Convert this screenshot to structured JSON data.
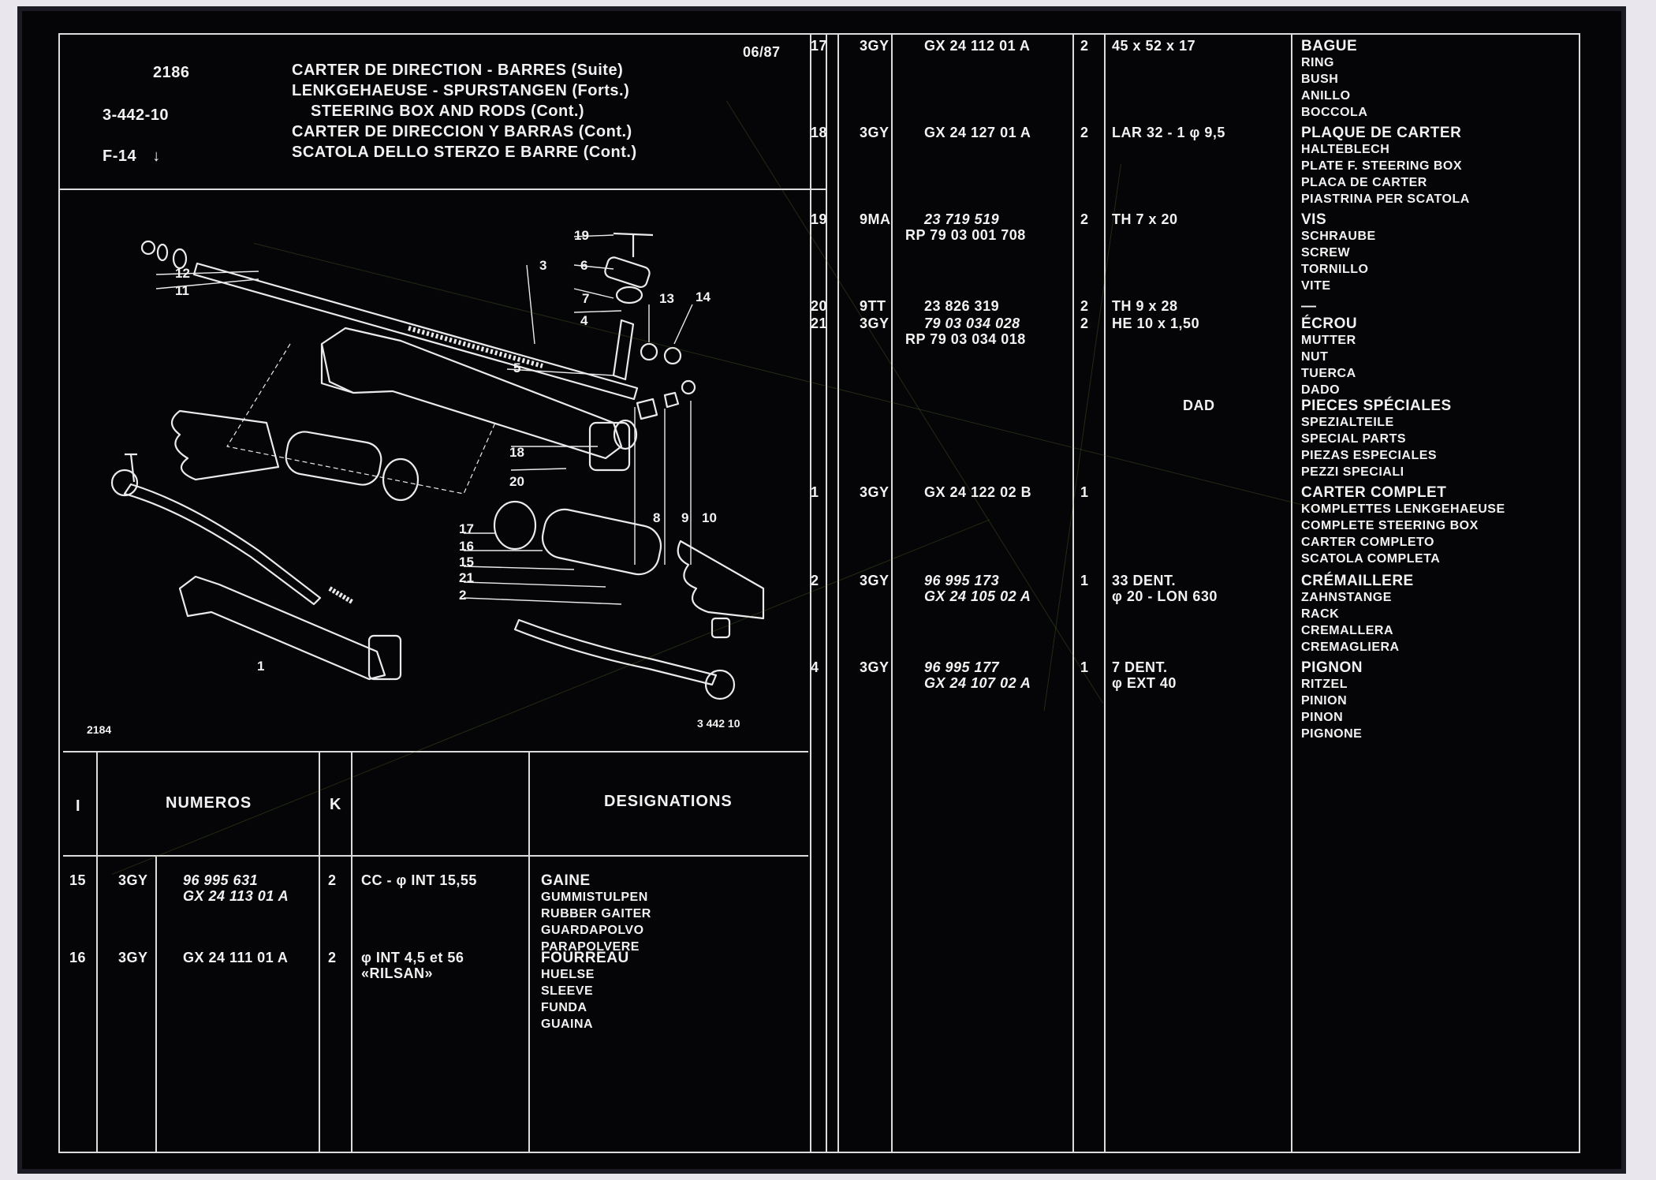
{
  "header": {
    "page_code": "2186",
    "ref_code": "3-442-10",
    "sub_ref": "F-14",
    "date": "06/87",
    "titles": [
      "CARTER DE DIRECTION - BARRES (Suite)",
      "LENKGEHAEUSE - SPURSTANGEN (Forts.)",
      "STEERING BOX AND RODS (Cont.)",
      "CARTER DE DIRECCION Y BARRAS (Cont.)",
      "SCATOLA DELLO STERZO E BARRE (Cont.)"
    ]
  },
  "diagram": {
    "code_left": "2184",
    "code_right": "3 442 10",
    "callouts": [
      "19",
      "6",
      "3",
      "7",
      "4",
      "13",
      "14",
      "12",
      "11",
      "5",
      "18",
      "20",
      "8",
      "9",
      "10",
      "17",
      "16",
      "15",
      "21",
      "2",
      "1"
    ]
  },
  "table_headers": {
    "col_index": "I",
    "col_numbers": "NUMEROS",
    "col_k": "K",
    "col_designations": "DESIGNATIONS"
  },
  "left_rows": [
    {
      "index": "15",
      "code": "3GY",
      "part1": "96 995 631",
      "part2": "GX 24 113 01 A",
      "qty": "2",
      "spec": [
        "CC - φ INT 15,55"
      ],
      "designations": [
        "GAINE",
        "GUMMISTULPEN",
        "RUBBER GAITER",
        "GUARDAPOLVO",
        "PARAPOLVERE"
      ]
    },
    {
      "index": "16",
      "code": "3GY",
      "part1": "GX 24 111 01 A",
      "part2": "",
      "qty": "2",
      "spec": [
        "φ INT 4,5 et 56",
        "«RILSAN»"
      ],
      "designations": [
        "FOURREAU",
        "HUELSE",
        "SLEEVE",
        "FUNDA",
        "GUAINA"
      ]
    }
  ],
  "right_rows": [
    {
      "index": "17",
      "code": "3GY",
      "part1": "GX 24 112 01 A",
      "part2": "",
      "qty": "2",
      "spec": [
        "45 x 52 x 17"
      ],
      "designations": [
        "BAGUE",
        "RING",
        "BUSH",
        "ANILLO",
        "BOCCOLA"
      ]
    },
    {
      "index": "18",
      "code": "3GY",
      "part1": "GX 24 127 01 A",
      "part2": "",
      "qty": "2",
      "spec": [
        "LAR 32 - 1 φ 9,5"
      ],
      "designations": [
        "PLAQUE DE CARTER",
        "HALTEBLECH",
        "PLATE F. STEERING BOX",
        "PLACA DE CARTER",
        "PIASTRINA PER SCATOLA"
      ]
    },
    {
      "index": "19",
      "code": "9MA",
      "part1": "23 719 519",
      "part2": "RP 79 03 001 708",
      "qty": "2",
      "spec": [
        "TH 7 x 20"
      ],
      "designations": [
        "VIS",
        "SCHRAUBE",
        "SCREW",
        "TORNILLO",
        "VITE"
      ]
    },
    {
      "index": "20",
      "code": "9TT",
      "part1": "23 826 319",
      "part2": "",
      "qty": "2",
      "spec": [
        "TH 9 x 28"
      ],
      "designations": [
        "—"
      ]
    },
    {
      "index": "21",
      "code": "3GY",
      "part1": "79 03 034 028",
      "part2": "RP 79 03 034 018",
      "qty": "2",
      "spec": [
        "HE 10 x 1,50"
      ],
      "designations": [
        "ÉCROU",
        "MUTTER",
        "NUT",
        "TUERCA",
        "DADO"
      ]
    },
    {
      "index": "",
      "code": "",
      "part1": "",
      "part2": "",
      "qty": "",
      "spec": [
        "DAD"
      ],
      "designations": [
        "PIECES SPÉCIALES",
        "SPEZIALTEILE",
        "SPECIAL PARTS",
        "PIEZAS ESPECIALES",
        "PEZZI SPECIALI"
      ]
    },
    {
      "index": "1",
      "code": "3GY",
      "part1": "GX 24 122 02 B",
      "part2": "",
      "qty": "1",
      "spec": [],
      "designations": [
        "CARTER COMPLET",
        "KOMPLETTES LENKGEHAEUSE",
        "COMPLETE STEERING BOX",
        "CARTER COMPLETO",
        "SCATOLA COMPLETA"
      ]
    },
    {
      "index": "2",
      "code": "3GY",
      "part1": "96 995 173",
      "part2": "GX 24 105 02 A",
      "qty": "1",
      "spec": [
        "33 DENT.",
        "φ 20 - LON 630"
      ],
      "designations": [
        "CRÉMAILLERE",
        "ZAHNSTANGE",
        "RACK",
        "CREMALLERA",
        "CREMAGLIERA"
      ]
    },
    {
      "index": "4",
      "code": "3GY",
      "part1": "96 995 177",
      "part2": "GX 24 107 02 A",
      "qty": "1",
      "spec": [
        "7 DENT.",
        "φ EXT 40"
      ],
      "designations": [
        "PIGNON",
        "RITZEL",
        "PINION",
        "PINON",
        "PIGNONE"
      ]
    }
  ]
}
